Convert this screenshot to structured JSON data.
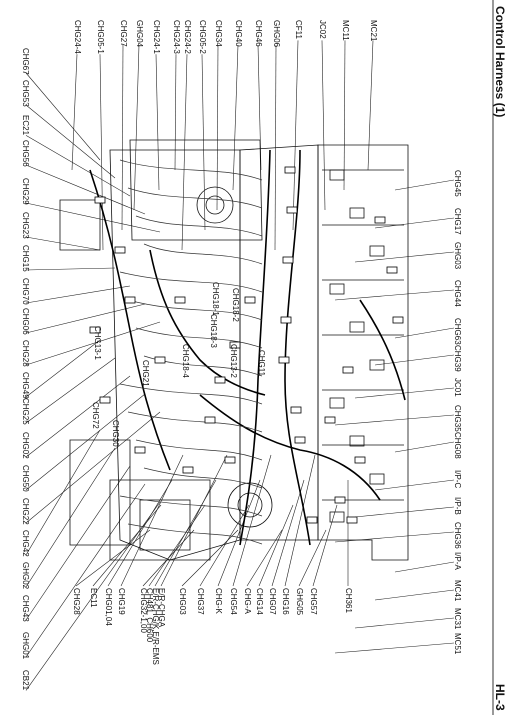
{
  "header": {
    "title": "Control Harness (1)",
    "page_code": "HL-3"
  },
  "connectors": {
    "top": [
      "MC21",
      "MC11",
      "JC02",
      "CF11",
      "GHG06",
      "CHG46",
      "CHG40",
      "CHG34",
      "CHG05-2",
      "CHG24-2",
      "CHG24-3",
      "CHG24-1",
      "GHG04",
      "CHG27",
      "CHG05-1",
      "CHG24-4"
    ],
    "left": [
      "CHG67",
      "CHG53",
      "EC21",
      "CHG56",
      "CHG29",
      "CHG23",
      "CHG15",
      "CHG70",
      "CHG06",
      "CHG28",
      "CHG49",
      "CHG25",
      "CHG02",
      "CHG50",
      "CHG22",
      "CHG42",
      "GHG02",
      "CHG43",
      "GHG01",
      "CB21"
    ],
    "bottom": [
      "CHG28",
      "EC11",
      "CHG01,04",
      "CHG19",
      "CHG32-1,00",
      "CH481, CH600",
      "E/R-CHG/K,E/R-EMS",
      "E/R-CHGA",
      "CHG03",
      "CHG37",
      "CHG-K",
      "CHG54",
      "CHG-A",
      "CHG14",
      "CHG07",
      "CHG16",
      "GHG05",
      "CHG57",
      "CH361"
    ],
    "right": [
      "CHG45",
      "CHG17",
      "GHG03",
      "CHG44",
      "CHG63",
      "CHG39",
      "JC01",
      "CHG35",
      "CHG08",
      "I/P-C",
      "I/P-B",
      "CHG36",
      "I/P-A",
      "MC41",
      "MC31",
      "MC51"
    ],
    "inner": [
      "CHG18-1",
      "CHG18-2",
      "CHG18-3",
      "CHG18-4",
      "CHG13-1",
      "CHG13-2",
      "CHG11",
      "CHG21",
      "CHG72",
      "CHG30"
    ]
  }
}
